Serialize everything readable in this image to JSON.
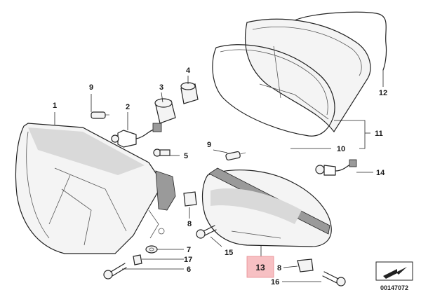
{
  "diagram": {
    "callouts": {
      "p1": "1",
      "p2": "2",
      "p3": "3",
      "p4": "4",
      "p5": "5",
      "p6": "6",
      "p7": "7",
      "p8a": "8",
      "p8b": "8",
      "p9a": "9",
      "p9b": "9",
      "p10": "10",
      "p11": "11",
      "p12": "12",
      "p13": "13",
      "p14": "14",
      "p15": "15",
      "p16": "16",
      "p17": "17"
    },
    "highlighted_part": "13",
    "highlight_color": "#f7c0c3",
    "reference_number": "00147072",
    "nav_icon": "arrow-icon"
  }
}
